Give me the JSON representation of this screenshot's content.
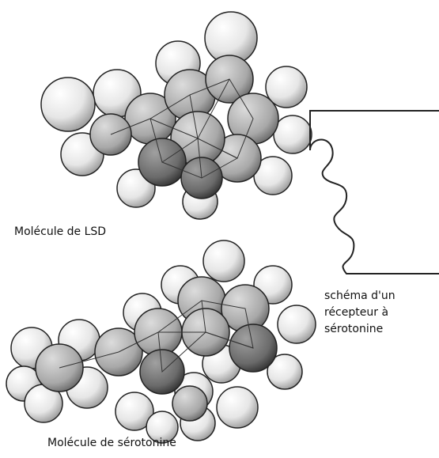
{
  "labels": {
    "lsd": "Molécule de LSD",
    "serotonine": "Molécule de sérotonine",
    "receptor_line1": "schéma d'un",
    "receptor_line2": "récepteur à",
    "receptor_line3": "sérotonine"
  },
  "colors": {
    "atom_light": "#f2f2f2",
    "atom_mid": "#bdbdbd",
    "atom_dark": "#6e6e6e",
    "outline": "#222222"
  }
}
